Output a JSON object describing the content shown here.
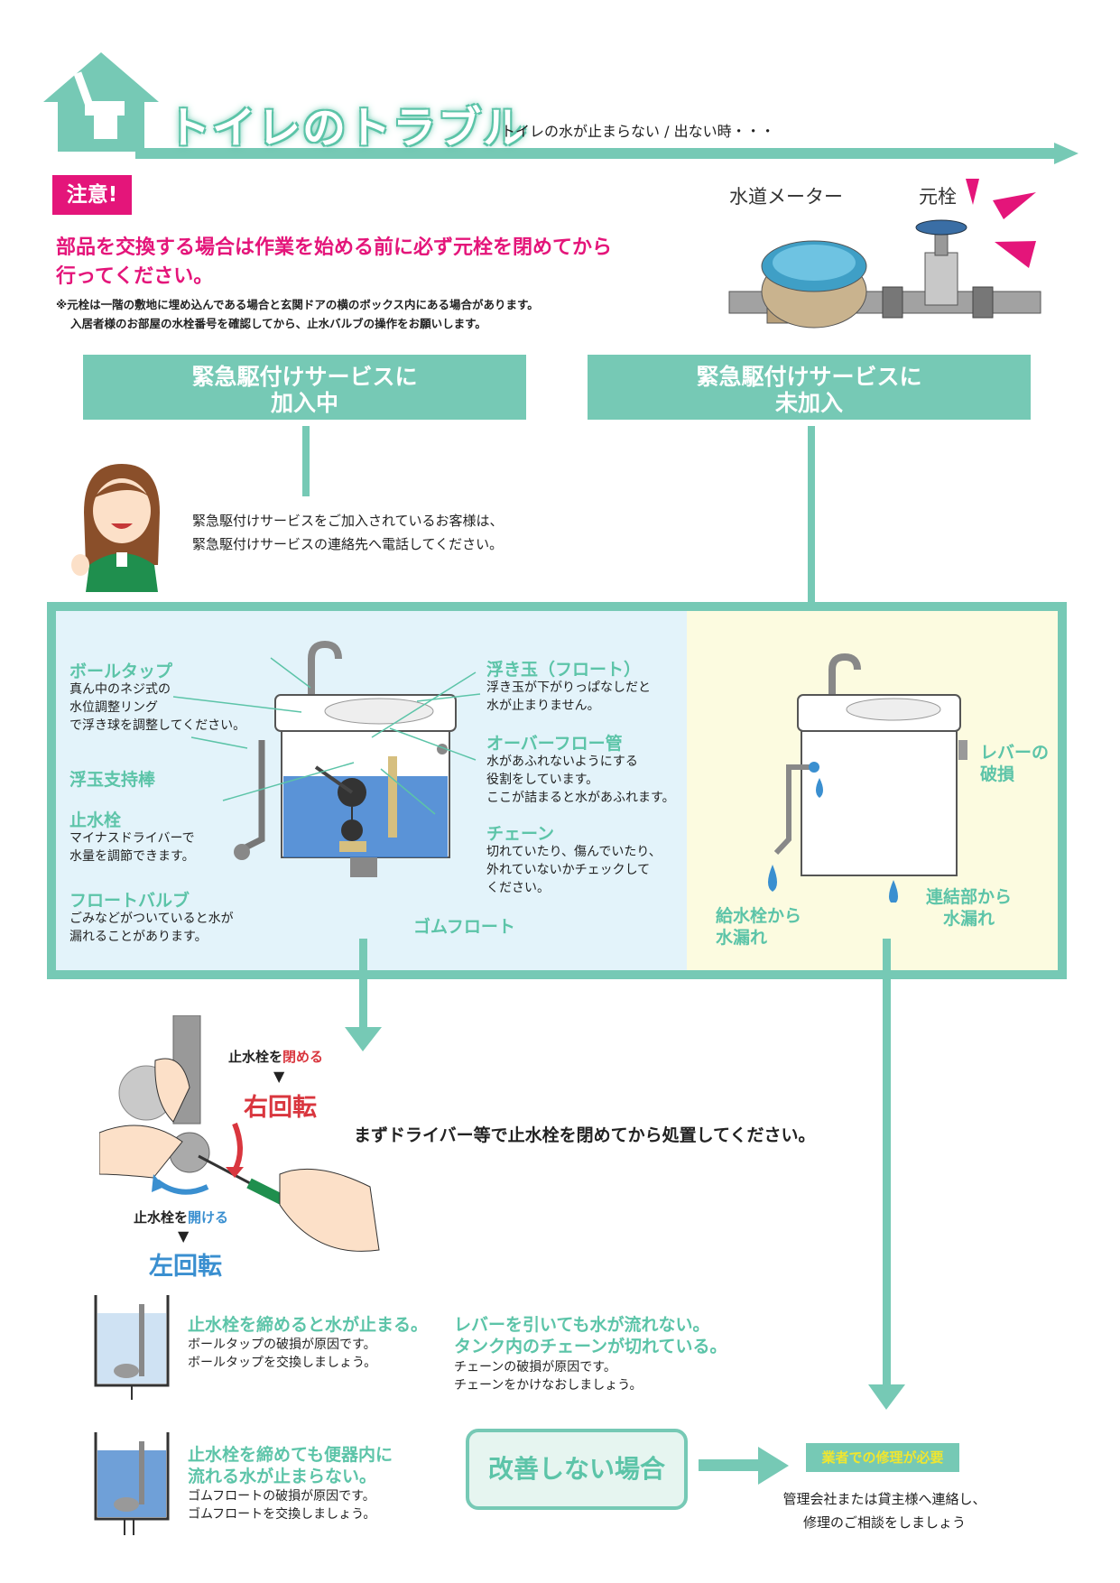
{
  "header": {
    "title": "トイレのトラブル",
    "subtitle": "トイレの水が止まらない / 出ない時・・・"
  },
  "caution": {
    "badge": "注意!",
    "line1": "部品を交換する場合は作業を始める前に必ず元栓を閉めてから",
    "line2": "行ってください。",
    "note1": "※元栓は一階の敷地に埋め込んである場合と玄関ドアの横のボックス内にある場合があります。",
    "note2": "入居者様のお部屋の水栓番号を確認してから、止水バルブの操作をお願いします。"
  },
  "meter": {
    "meter_label": "水道メーター",
    "valve_label": "元栓"
  },
  "service": {
    "joined_line1": "緊急駆付けサービスに",
    "joined_line2": "加入中",
    "not_joined_line1": "緊急駆付けサービスに",
    "not_joined_line2": "未加入",
    "joined_msg1": "緊急駆付けサービスをご加入されているお客様は、",
    "joined_msg2": "緊急駆付けサービスの連絡先へ電話してください。"
  },
  "parts": {
    "balltap": {
      "title": "ボールタップ",
      "l1": "真ん中のネジ式の",
      "l2": "水位調整リング",
      "l3": "で浮き球を調整してください。"
    },
    "floatrod": {
      "title": "浮玉支持棒"
    },
    "stopvalve": {
      "title": "止水栓",
      "l1": "マイナスドライバーで",
      "l2": "水量を調節できます。"
    },
    "floatvalve": {
      "title": "フロートバルブ",
      "l1": "ごみなどがついていると水が",
      "l2": "漏れることがあります。"
    },
    "float": {
      "title": "浮き玉（フロート）",
      "l1": "浮き玉が下がりっぱなしだと",
      "l2": "水が止まりません。"
    },
    "overflow": {
      "title": "オーバーフロー管",
      "l1": "水があふれないようにする",
      "l2": "役割をしています。",
      "l3": "ここが詰まると水があふれます。"
    },
    "chain": {
      "title": "チェーン",
      "l1": "切れていたり、傷んでいたり、",
      "l2": "外れていないかチェックして",
      "l3": "ください。"
    },
    "rubber": {
      "title": "ゴムフロート"
    },
    "lever": {
      "l1": "レバーの",
      "l2": "破損"
    },
    "supply_leak": {
      "l1": "給水栓から",
      "l2": "水漏れ"
    },
    "joint_leak": {
      "l1": "連結部から",
      "l2": "水漏れ"
    }
  },
  "valve_op": {
    "close_prefix": "止水栓を",
    "close_word": "閉める",
    "close_dir": "右回転",
    "open_prefix": "止水栓を",
    "open_word": "開ける",
    "open_dir": "左回転",
    "marker": "▼",
    "instruction": "まずドライバー等で止水栓を閉めてから処置してください。"
  },
  "cases": {
    "c1": {
      "h": "止水栓を締めると水が止まる。",
      "l1": "ボールタップの破損が原因です。",
      "l2": "ボールタップを交換しましょう。"
    },
    "c2": {
      "h1": "レバーを引いても水が流れない。",
      "h2": "タンク内のチェーンが切れている。",
      "l1": "チェーンの破損が原因です。",
      "l2": "チェーンをかけなおしましょう。"
    },
    "c3": {
      "h1": "止水栓を締めても便器内に",
      "h2": "流れる水が止まらない。",
      "l1": "ゴムフロートの破損が原因です。",
      "l2": "ゴムフロートを交換しましょう。"
    }
  },
  "result": {
    "no_improve": "改善しない場合",
    "repair_badge": "業者での修理が必要",
    "contact1": "管理会社または貸主様へ連絡し、",
    "contact2": "修理のご相談をしましょう"
  },
  "colors": {
    "teal": "#76c9b5",
    "magenta": "#e4157a",
    "red": "#d9363e",
    "blue": "#3a8fd0",
    "yellow": "#f0e62f"
  }
}
